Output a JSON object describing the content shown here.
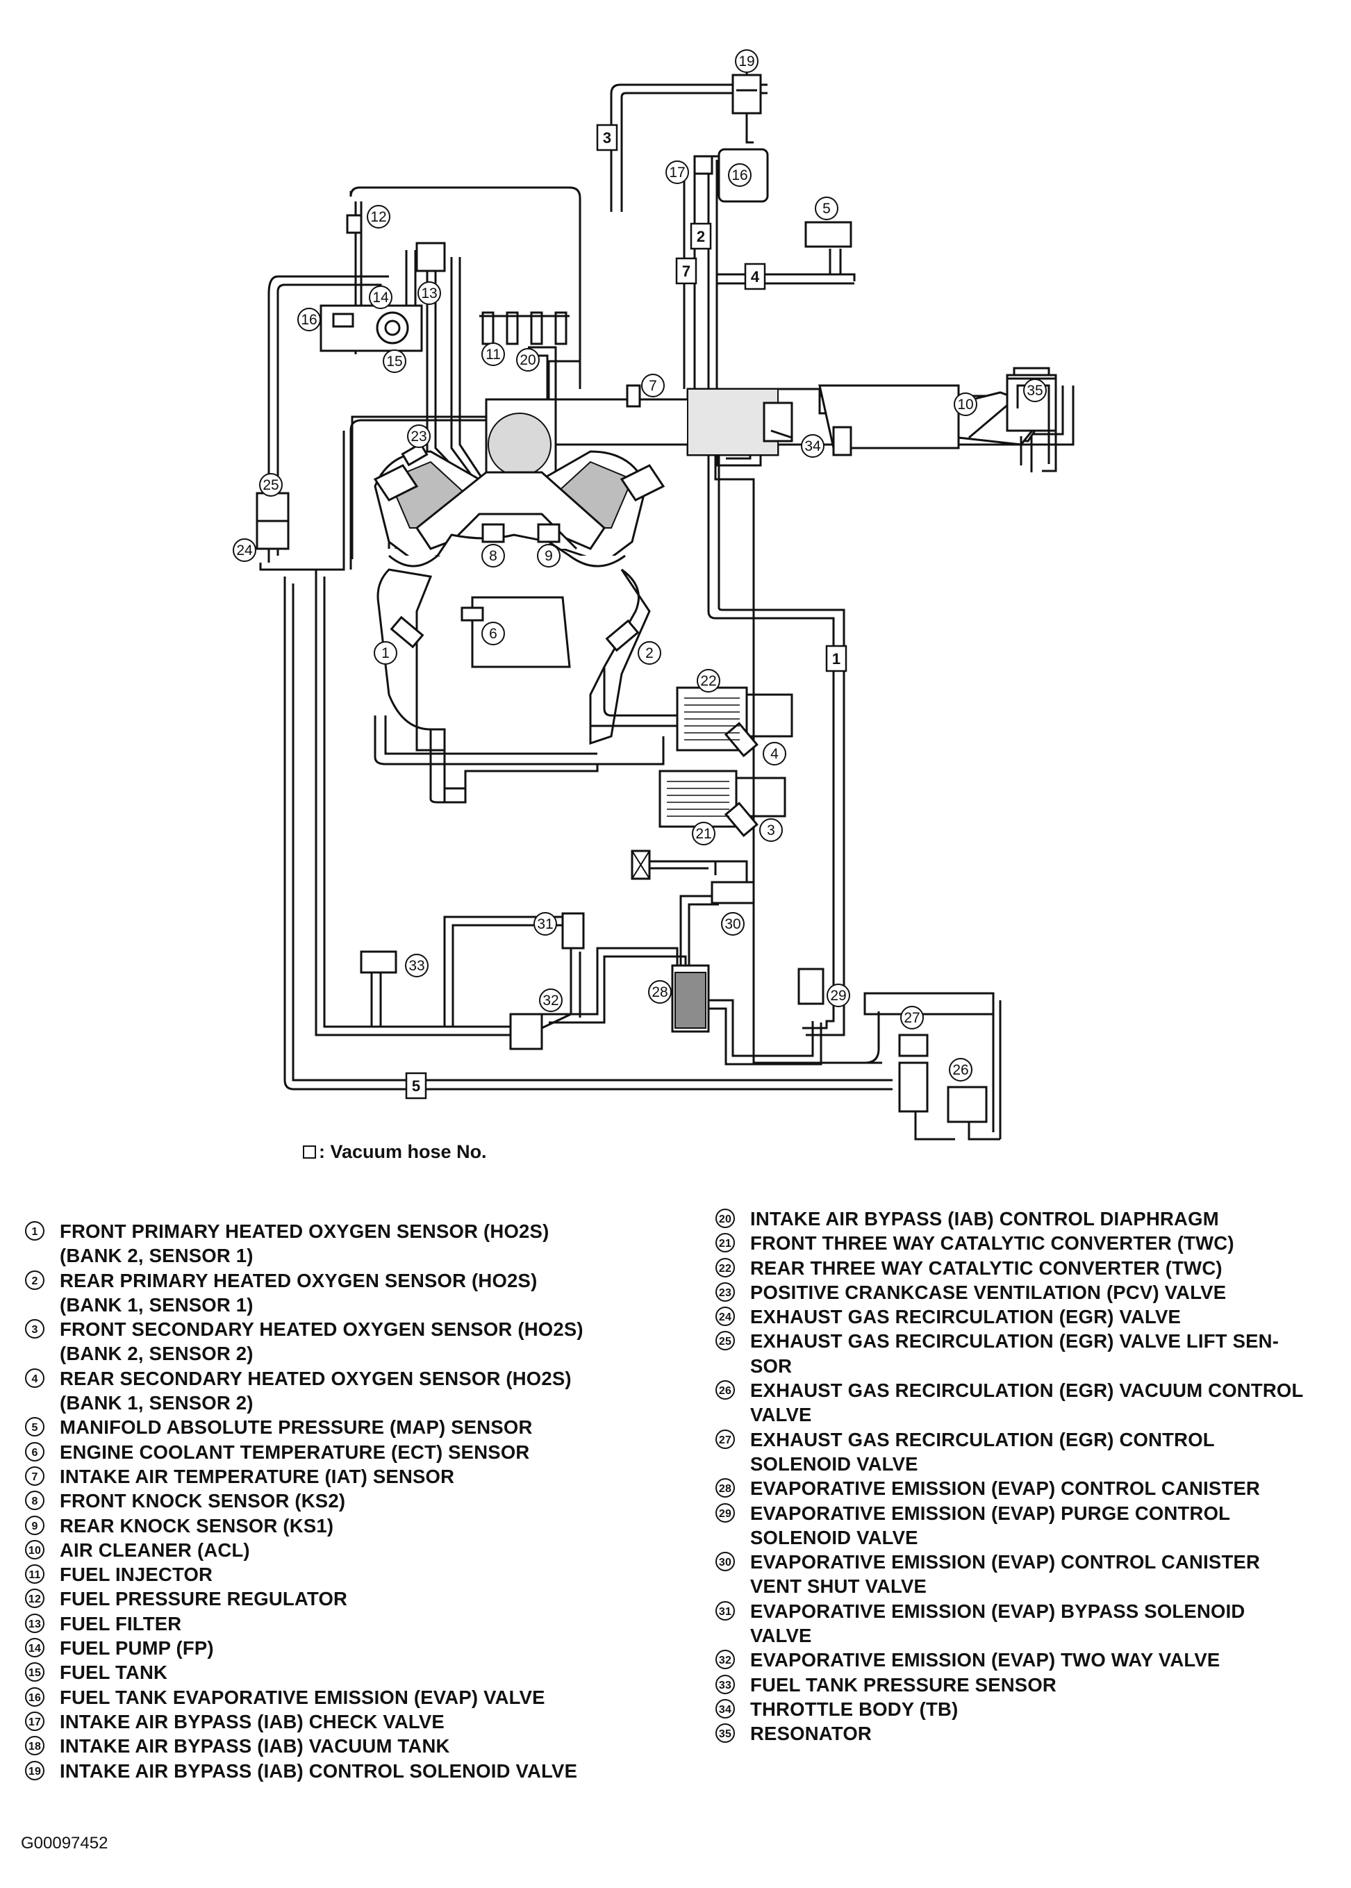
{
  "callouts": [
    "1",
    "2",
    "3",
    "4",
    "5",
    "6",
    "7",
    "8",
    "9",
    "10",
    "11",
    "12",
    "13",
    "14",
    "15",
    "16",
    "16",
    "17",
    "19",
    "20",
    "21",
    "22",
    "23",
    "24",
    "25",
    "26",
    "27",
    "28",
    "29",
    "30",
    "31",
    "32",
    "33",
    "34",
    "35"
  ],
  "hose_numbers": [
    "1",
    "2",
    "3",
    "4",
    "5",
    "7"
  ],
  "legend_note": "Vacuum hose No.",
  "parts_left": [
    {
      "num": "1",
      "lines": [
        "FRONT PRIMARY HEATED OXYGEN SENSOR (HO2S)",
        "(BANK 2, SENSOR 1)"
      ]
    },
    {
      "num": "2",
      "lines": [
        "REAR PRIMARY HEATED OXYGEN SENSOR (HO2S)",
        "(BANK 1, SENSOR 1)"
      ]
    },
    {
      "num": "3",
      "lines": [
        "FRONT SECONDARY HEATED OXYGEN SENSOR (HO2S)",
        "(BANK 2, SENSOR 2)"
      ]
    },
    {
      "num": "4",
      "lines": [
        "REAR SECONDARY HEATED OXYGEN SENSOR (HO2S)",
        "(BANK 1, SENSOR 2)"
      ]
    },
    {
      "num": "5",
      "lines": [
        "MANIFOLD ABSOLUTE PRESSURE (MAP) SENSOR"
      ]
    },
    {
      "num": "6",
      "lines": [
        "ENGINE COOLANT TEMPERATURE (ECT) SENSOR"
      ]
    },
    {
      "num": "7",
      "lines": [
        "INTAKE AIR TEMPERATURE (IAT) SENSOR"
      ]
    },
    {
      "num": "8",
      "lines": [
        "FRONT KNOCK SENSOR (KS2)"
      ]
    },
    {
      "num": "9",
      "lines": [
        "REAR KNOCK SENSOR (KS1)"
      ]
    },
    {
      "num": "10",
      "lines": [
        "AIR CLEANER (ACL)"
      ]
    },
    {
      "num": "11",
      "lines": [
        "FUEL INJECTOR"
      ]
    },
    {
      "num": "12",
      "lines": [
        "FUEL PRESSURE REGULATOR"
      ]
    },
    {
      "num": "13",
      "lines": [
        "FUEL FILTER"
      ]
    },
    {
      "num": "14",
      "lines": [
        "FUEL PUMP (FP)"
      ]
    },
    {
      "num": "15",
      "lines": [
        "FUEL TANK"
      ]
    },
    {
      "num": "16",
      "lines": [
        "FUEL TANK EVAPORATIVE EMISSION (EVAP) VALVE"
      ]
    },
    {
      "num": "17",
      "lines": [
        "INTAKE AIR BYPASS (IAB) CHECK VALVE"
      ]
    },
    {
      "num": "18",
      "lines": [
        "INTAKE AIR BYPASS (IAB) VACUUM TANK"
      ]
    },
    {
      "num": "19",
      "lines": [
        "INTAKE AIR BYPASS (IAB) CONTROL SOLENOID VALVE"
      ]
    }
  ],
  "parts_right": [
    {
      "num": "20",
      "lines": [
        "INTAKE AIR BYPASS (IAB) CONTROL DIAPHRAGM"
      ]
    },
    {
      "num": "21",
      "lines": [
        "FRONT THREE WAY CATALYTIC CONVERTER (TWC)"
      ]
    },
    {
      "num": "22",
      "lines": [
        "REAR THREE WAY CATALYTIC CONVERTER (TWC)"
      ]
    },
    {
      "num": "23",
      "lines": [
        "POSITIVE CRANKCASE VENTILATION (PCV) VALVE"
      ]
    },
    {
      "num": "24",
      "lines": [
        "EXHAUST GAS RECIRCULATION (EGR) VALVE"
      ]
    },
    {
      "num": "25",
      "lines": [
        "EXHAUST GAS RECIRCULATION (EGR) VALVE LIFT SEN-",
        "SOR"
      ]
    },
    {
      "num": "26",
      "lines": [
        "EXHAUST GAS RECIRCULATION (EGR) VACUUM CONTROL",
        "VALVE"
      ]
    },
    {
      "num": "27",
      "lines": [
        "EXHAUST GAS RECIRCULATION (EGR) CONTROL",
        "SOLENOID VALVE"
      ]
    },
    {
      "num": "28",
      "lines": [
        "EVAPORATIVE EMISSION (EVAP) CONTROL CANISTER"
      ]
    },
    {
      "num": "29",
      "lines": [
        "EVAPORATIVE EMISSION (EVAP) PURGE CONTROL",
        "SOLENOID VALVE"
      ]
    },
    {
      "num": "30",
      "lines": [
        "EVAPORATIVE EMISSION (EVAP) CONTROL CANISTER",
        "VENT SHUT VALVE"
      ]
    },
    {
      "num": "31",
      "lines": [
        "EVAPORATIVE EMISSION (EVAP) BYPASS SOLENOID",
        "VALVE"
      ]
    },
    {
      "num": "32",
      "lines": [
        "EVAPORATIVE EMISSION (EVAP) TWO WAY VALVE"
      ]
    },
    {
      "num": "33",
      "lines": [
        "FUEL TANK PRESSURE SENSOR"
      ]
    },
    {
      "num": "34",
      "lines": [
        "THROTTLE BODY (TB)"
      ]
    },
    {
      "num": "35",
      "lines": [
        "RESONATOR"
      ]
    }
  ],
  "figure_id": "G00097452"
}
